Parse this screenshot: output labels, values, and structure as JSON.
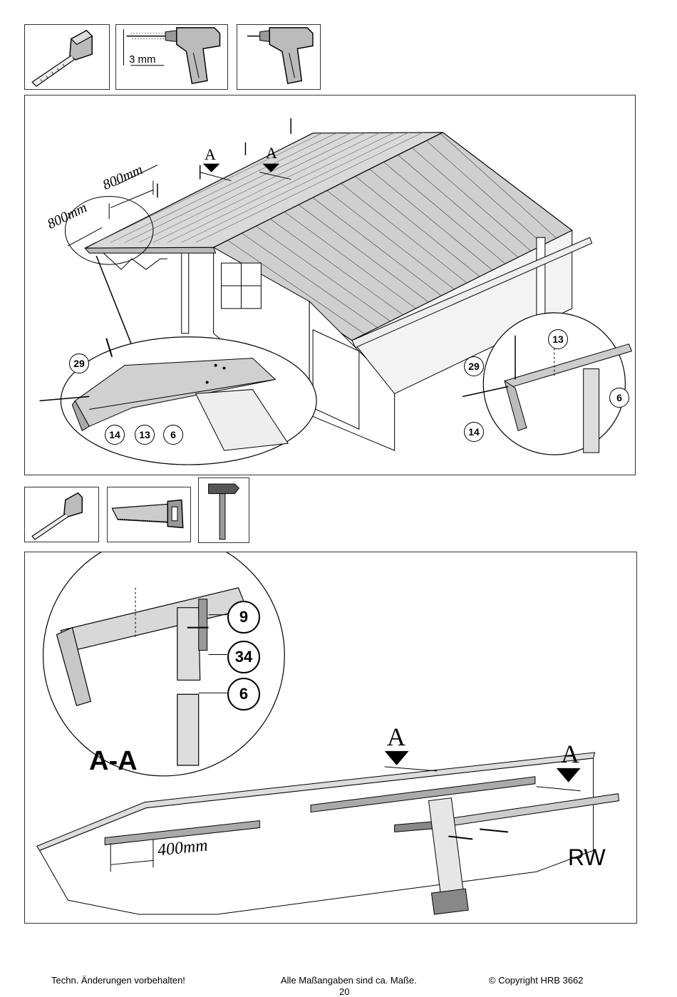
{
  "tools_top": {
    "drill_hole_label": "3 mm"
  },
  "step1": {
    "dim_800_a": "800mm",
    "dim_800_b": "800mm",
    "section_marker_a1": "A",
    "section_marker_a2": "A",
    "callouts": {
      "c29_detail": "29",
      "c14_detail": "14",
      "c13_detail": "13",
      "c6_detail": "6",
      "c13_circle": "13",
      "c29_circle": "29",
      "c6_circle": "6",
      "c14_circle": "14"
    }
  },
  "step2": {
    "section_title": "A-A",
    "callouts": {
      "c9": "9",
      "c34": "34",
      "c6": "6"
    },
    "section_marker_a1": "A",
    "section_marker_a2": "A",
    "dim_400": "400mm",
    "rw_label": "RW"
  },
  "footer": {
    "left": "Techn. Änderungen vorbehalten!",
    "center": "Alle Maßangaben sind ca. Maße.",
    "page_number": "20",
    "right": "© Copyright HRB 3662"
  }
}
